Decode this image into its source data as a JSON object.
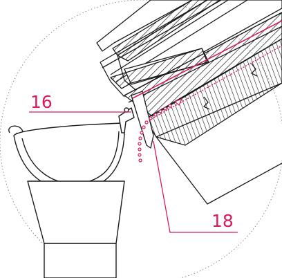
{
  "diagram": {
    "callouts": [
      {
        "id": "callout-16",
        "label": "16"
      },
      {
        "id": "callout-18",
        "label": "18"
      }
    ],
    "colors": {
      "line": "#1a1a1a",
      "accent": "#d81b60",
      "dotted_circle": "#8c8c8c",
      "background": "#ffffff"
    }
  }
}
